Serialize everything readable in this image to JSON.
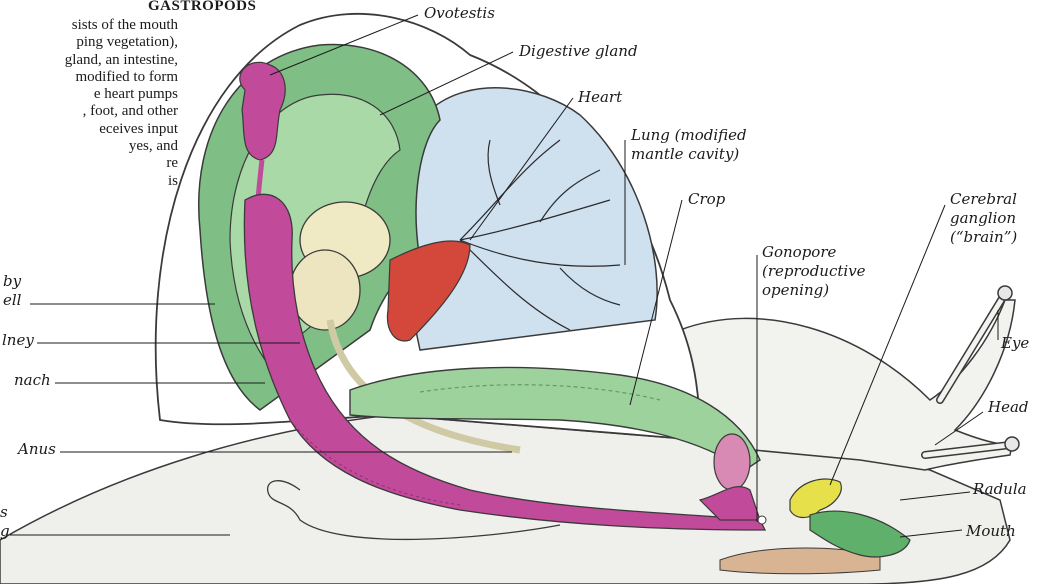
{
  "header": {
    "title": "GASTROPODS"
  },
  "intro_lines": [
    "sists of the mouth",
    "ping vegetation),",
    "gland, an intestine,",
    "modified to form",
    "e heart pumps",
    ", foot, and other",
    "eceives input",
    "yes, and",
    "re",
    "is"
  ],
  "labels": {
    "ovotestis": "Ovotestis",
    "digestive_gland": "Digestive gland",
    "heart": "Heart",
    "lung": "Lung (modified\nmantle cavity)",
    "crop": "Crop",
    "cerebral_ganglion": "Cerebral\nganglion\n(“brain”)",
    "gonopore": "Gonopore\n(reproductive\nopening)",
    "eye": "Eye",
    "head": "Head",
    "radula": "Radula",
    "mouth": "Mouth",
    "left_shell": "by\nell",
    "left_kidney": "lney",
    "left_stomach": "nach",
    "left_anus": "Anus",
    "left_bottom": "s\ng"
  },
  "colors": {
    "green": "#7fbf86",
    "light_green": "#a9d9a6",
    "magenta": "#c24a9a",
    "pink": "#d98ab4",
    "lung_blue": "#cfe0ef",
    "cream": "#efe9c4",
    "tan": "#d9b492",
    "yellow": "#e6e14a",
    "red": "#d4473b",
    "body_gray": "#efefec"
  }
}
